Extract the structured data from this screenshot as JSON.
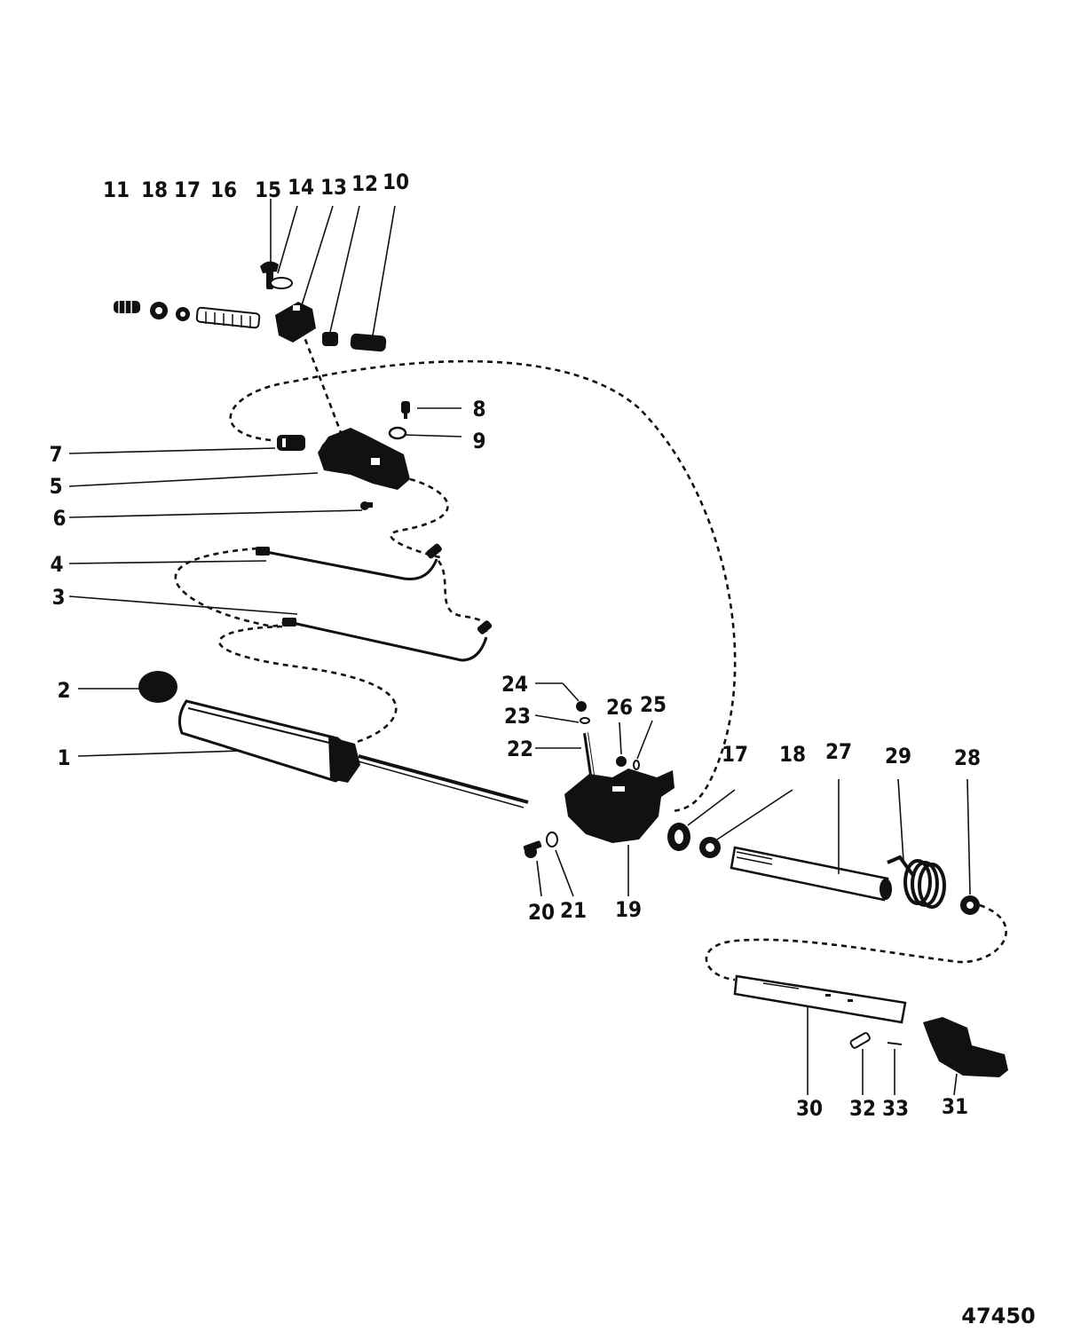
{
  "figure_number": "47450",
  "colors": {
    "ink": "#111111",
    "background": "#ffffff"
  },
  "callouts": {
    "c1": "1",
    "c2": "2",
    "c3": "3",
    "c4": "4",
    "c5": "5",
    "c6": "6",
    "c7": "7",
    "c8": "8",
    "c9": "9",
    "c10": "10",
    "c11": "11",
    "c12": "12",
    "c13": "13",
    "c14": "14",
    "c15": "15",
    "c16": "16",
    "c17a": "17",
    "c18a": "18",
    "c17b": "17",
    "c18b": "18",
    "c19": "19",
    "c20": "20",
    "c21": "21",
    "c22": "22",
    "c23": "23",
    "c24": "24",
    "c25": "25",
    "c26": "26",
    "c27": "27",
    "c28": "28",
    "c29": "29",
    "c30": "30",
    "c31": "31",
    "c32": "32",
    "c33": "33"
  }
}
